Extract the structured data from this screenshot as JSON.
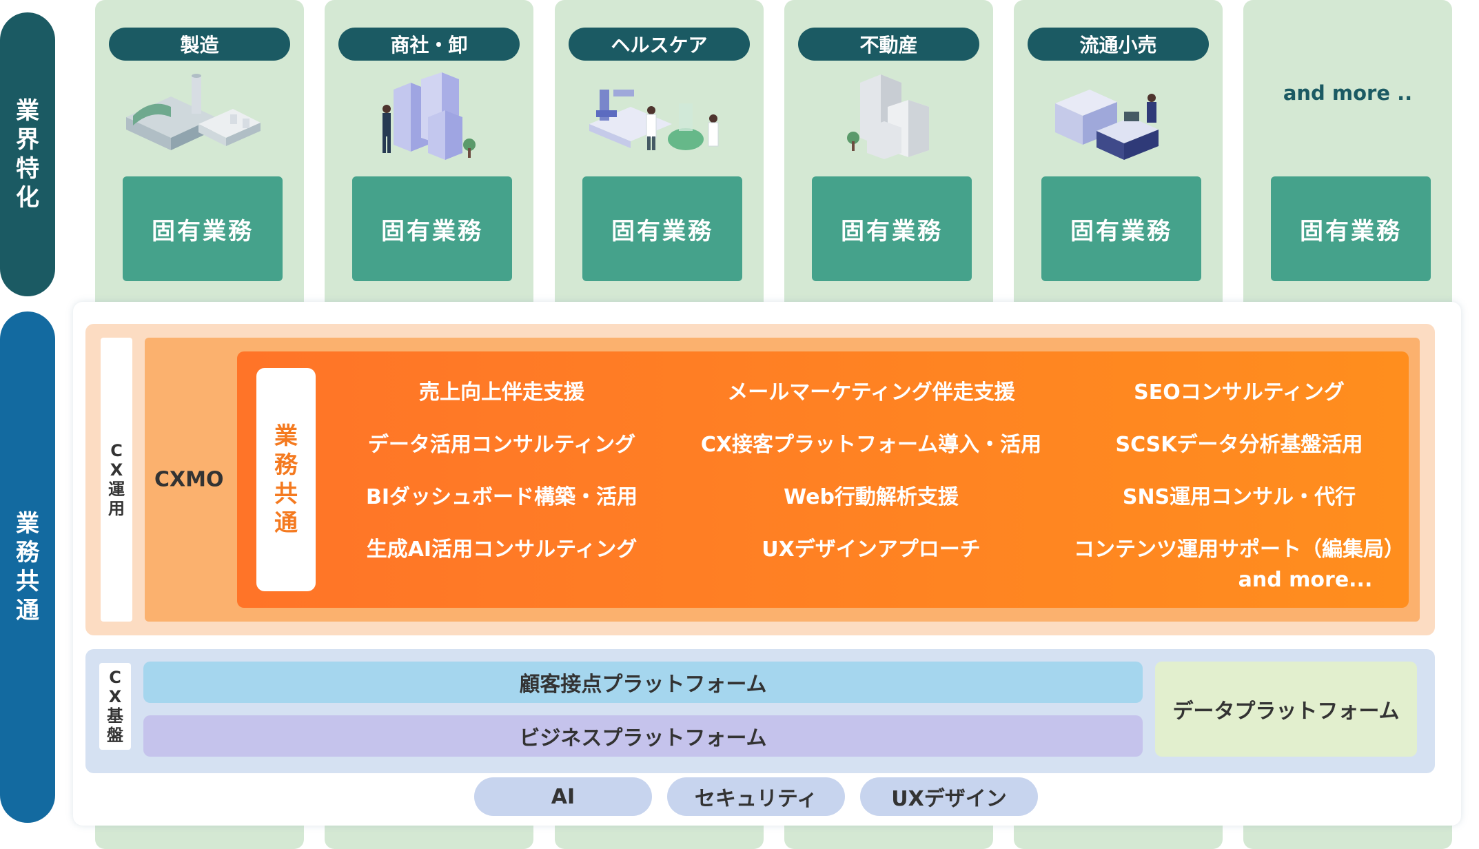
{
  "side_labels": {
    "industry": "業界特化",
    "common": "業務共通"
  },
  "industries": [
    {
      "name": "製造",
      "box": "固有業務",
      "icon": "factory-icon"
    },
    {
      "name": "商社・卸",
      "box": "固有業務",
      "icon": "office-buildings-icon"
    },
    {
      "name": "ヘルスケア",
      "box": "固有業務",
      "icon": "laboratory-icon"
    },
    {
      "name": "不動産",
      "box": "固有業務",
      "icon": "real-estate-building-icon"
    },
    {
      "name": "流通小売",
      "box": "固有業務",
      "icon": "retail-store-icon"
    },
    {
      "name": "and more ..",
      "box": "固有業務"
    }
  ],
  "cx_operations": {
    "label": "CX運用",
    "cxmo_label": "CXMO",
    "common_tag": "業務共通",
    "services": [
      "売上向上伴走支援",
      "メールマーケティング伴走支援",
      "SEOコンサルティング",
      "データ活用コンサルティング",
      "CX接客プラットフォーム導入・活用",
      "SCSKデータ分析基盤活用",
      "BIダッシュボード構築・活用",
      "Web行動解析支援",
      "SNS運用コンサル・代行",
      "生成AI活用コンサルティング",
      "UXデザインアプローチ",
      "コンテンツ運用サポート（編集局）"
    ],
    "more": "and more..."
  },
  "cx_base": {
    "label": "CX基盤",
    "customer_platform": "顧客接点プラットフォーム",
    "business_platform": "ビジネスプラットフォーム",
    "data_platform": "データプラットフォーム"
  },
  "chips": [
    "AI",
    "セキュリティ",
    "UXデザイン"
  ],
  "colors": {
    "dark_teal": "#1b5a63",
    "blue": "#136aa0",
    "green_box": "#45a28b",
    "orange": "#ff7f24",
    "column_bg": "#d4e8d3"
  }
}
